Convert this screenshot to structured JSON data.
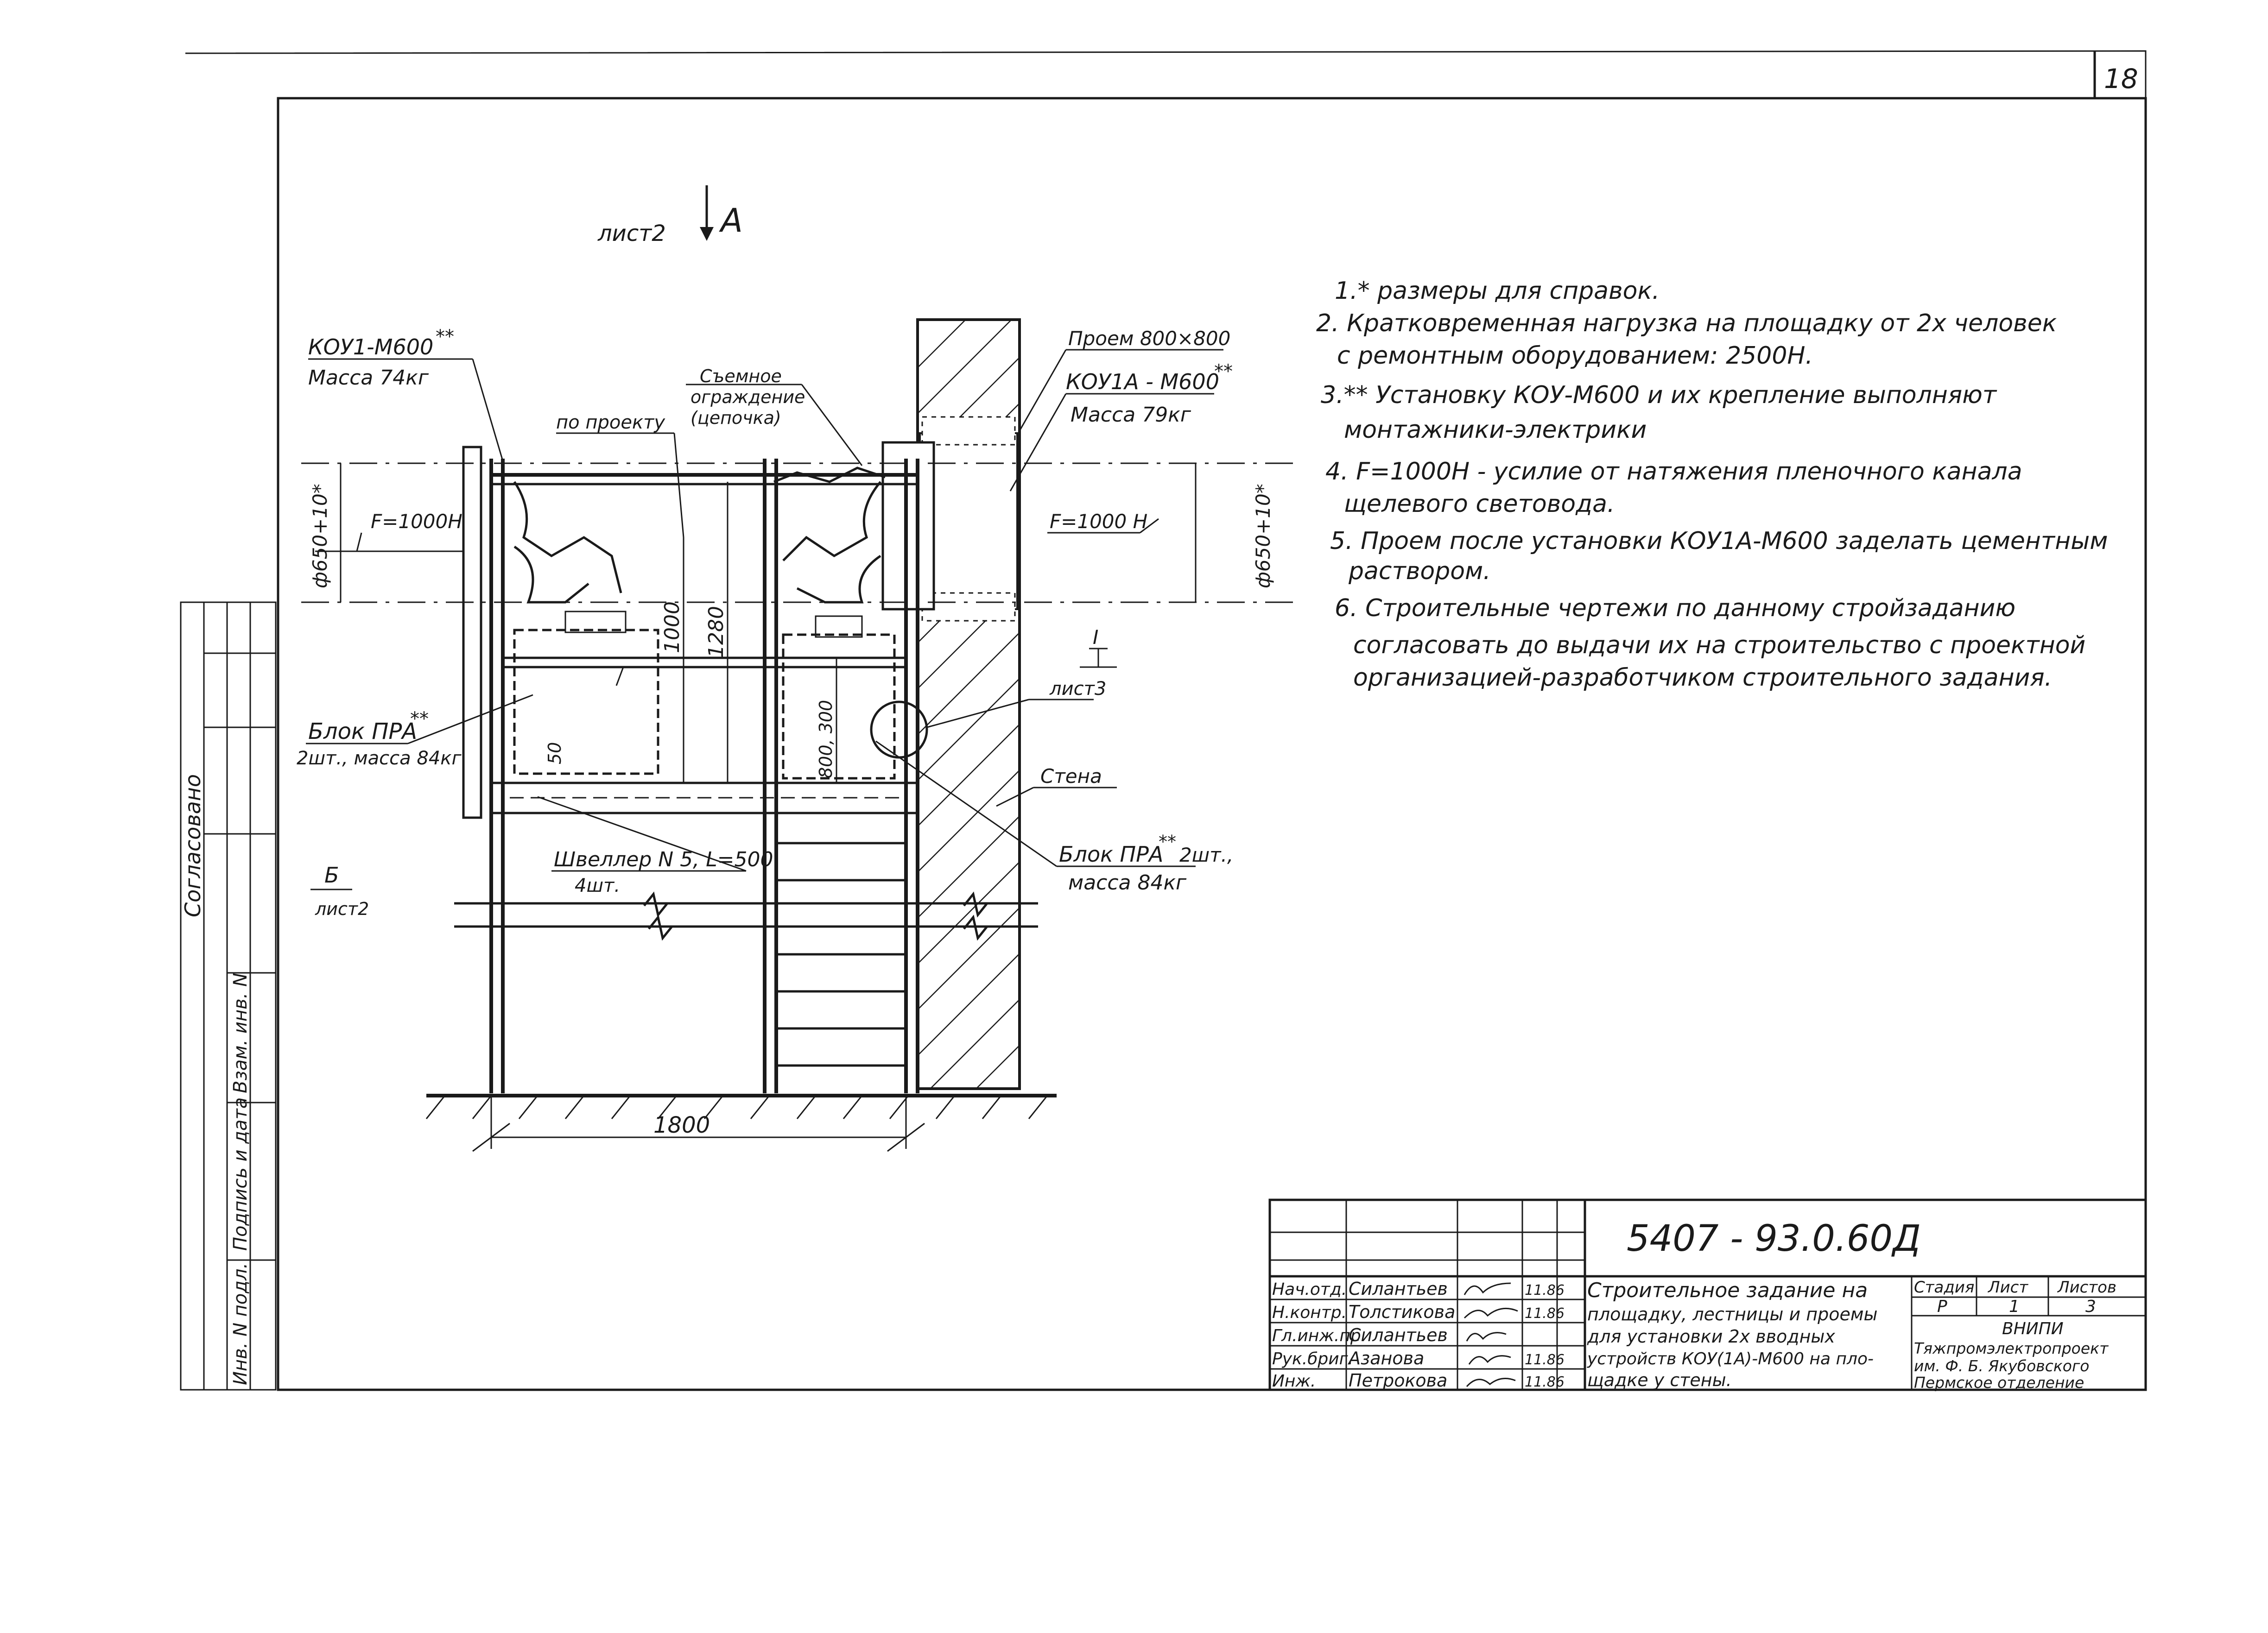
{
  "sheet_number": "18",
  "view_label": {
    "sheet_ref": "лист2",
    "letter": "А"
  },
  "section_b": {
    "letter": "Б",
    "sheet_ref": "лист2"
  },
  "callouts": {
    "koy1": {
      "name": "КОУ1-М600",
      "mark": "**",
      "mass": "Масса 74кг"
    },
    "koy1a": {
      "name": "КОУ1А - М600",
      "mark": "**",
      "mass": "Масса 79кг"
    },
    "proem": "Проем 800×800",
    "fence": [
      "Съемное",
      "ограждение",
      "(цепочка)"
    ],
    "po_proektu": "по проекту",
    "force_left": "F=1000Н",
    "force_right": "F=1000 Н",
    "dia_left": "ф650+10*",
    "dia_right": "ф650+10*",
    "dim_1000": "1000",
    "dim_1280": "1280",
    "dim_800_300": "800, 300",
    "dim_50": "50",
    "dim_1800": "1800",
    "blok_left": {
      "name": "Блок ПРА",
      "mark": "**",
      "detail": "2шт., масса 84кг"
    },
    "blok_right": {
      "name": "Блок ПРА",
      "mark": "**",
      "detail": "2шт.,",
      "mass": "масса 84кг"
    },
    "shveller": {
      "name": "Швеллер N 5, L=500",
      "qty": "4шт."
    },
    "list3_mark": "I",
    "list3": "лист3",
    "wall": "Стена"
  },
  "notes": [
    "1.* размеры для справок.",
    "2. Кратковременная нагрузка на площадку от 2х человек",
    "с ремонтным оборудованием: 2500Н.",
    "3.** Установку КОУ-М600 и их крепление выполняют",
    "монтажники-электрики",
    "4. F=1000Н - усилие от натяжения пленочного канала",
    "щелевого световода.",
    "5. Проем после установки КОУ1А-М600 заделать цементным",
    "раствором.",
    "6. Строительные чертежи по данному стройзаданию",
    "согласовать до выдачи их на строительство с проектной",
    "организацией-разработчиком строительного задания."
  ],
  "side_stamp": {
    "agreed": "Согласовано",
    "cells": [
      "Инв. N подл.",
      "Подпись и дата",
      "Взам. инв. N"
    ]
  },
  "title_block": {
    "code": "5407 - 93.0.60Д",
    "roles": [
      "Нач.отд.",
      "Н.контр.",
      "Гл.инж.пр.",
      "Рук.бриг.",
      "Инж."
    ],
    "names": [
      "Силантьев",
      "Толстикова",
      "Силантьев",
      "Азанова",
      "Петрокова"
    ],
    "dates": [
      "11.86",
      "11.86",
      "",
      "11.86",
      "11.86"
    ],
    "description": [
      "Строительное задание на",
      "площадку, лестницы и проемы",
      "для установки 2х вводных",
      "устройств КОУ(1А)-М600 на пло-",
      "щадке у стены."
    ],
    "stage_header": "Стадия",
    "sheet_header": "Лист",
    "sheets_header": "Листов",
    "stage": "Р",
    "sheet": "1",
    "sheets": "3",
    "org": [
      "ВНИПИ",
      "Тяжпромэлектропроект",
      "им. Ф. Б. Якубовского",
      "Пермское отделение"
    ]
  }
}
